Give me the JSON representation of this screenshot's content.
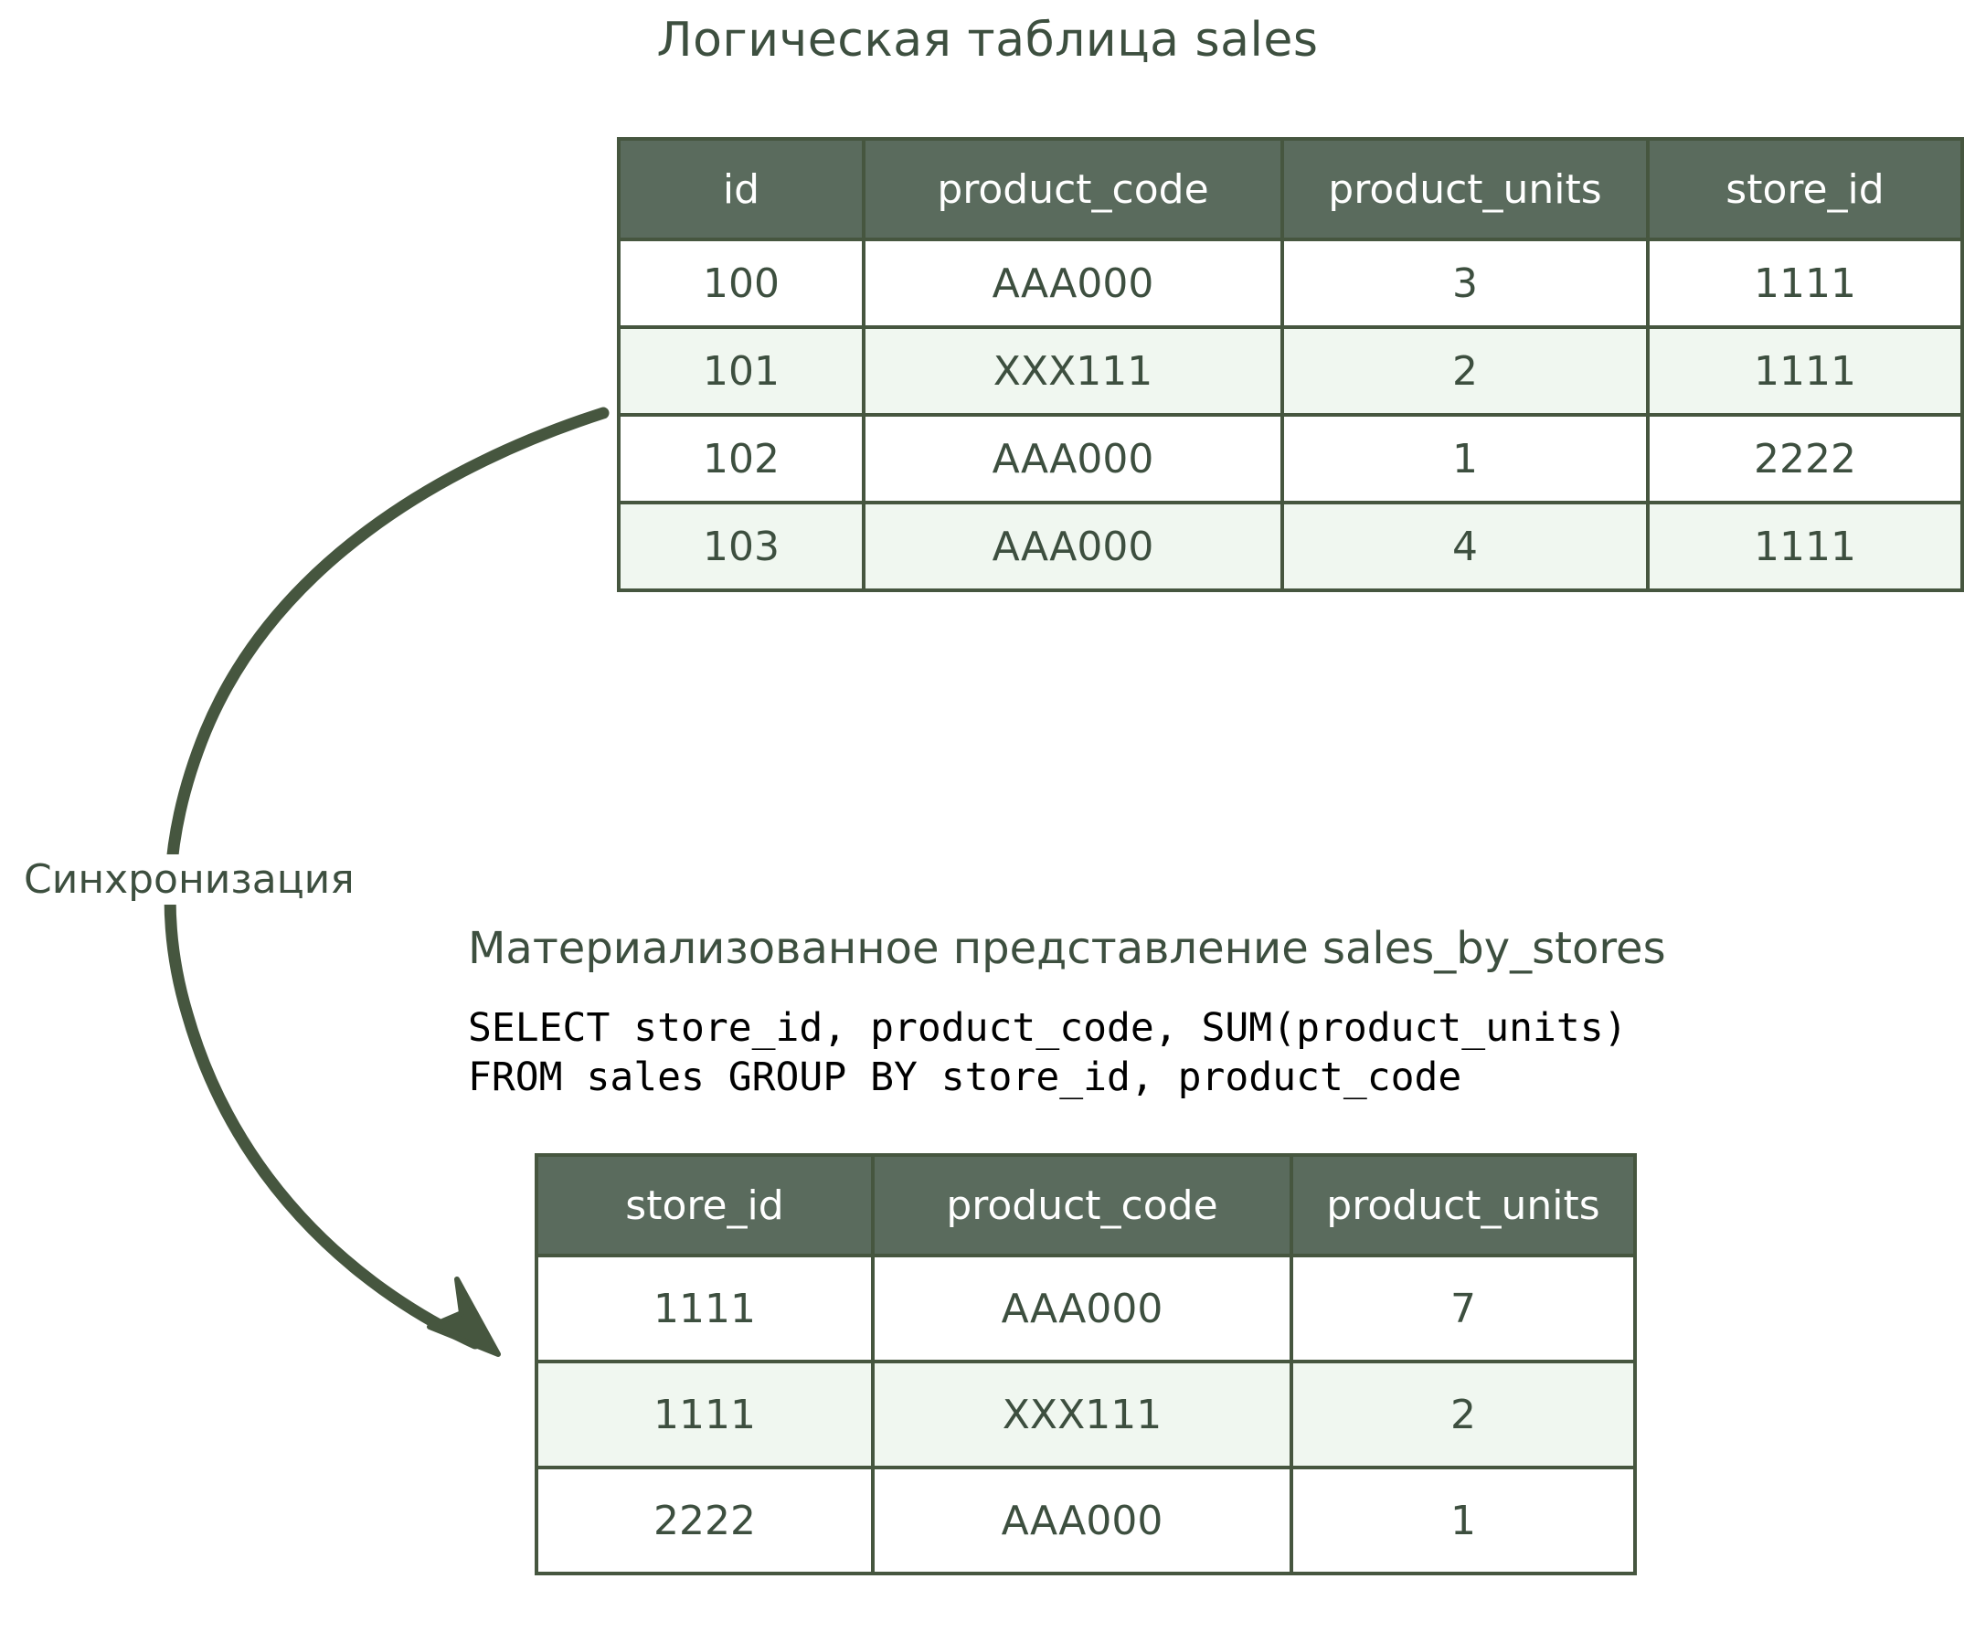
{
  "colors": {
    "header_bg": "#5a6b5d",
    "border": "#46563f",
    "text_green": "#3d4f3f",
    "alt_row_bg": "#f0f7f0",
    "arrow": "#46563f",
    "sql_text": "#000000",
    "page_bg": "#ffffff"
  },
  "top_section": {
    "title": "Логическая таблица sales",
    "table": {
      "columns": [
        "id",
        "product_code",
        "product_units",
        "store_id"
      ],
      "rows": [
        [
          "100",
          "AAA000",
          "3",
          "1111"
        ],
        [
          "101",
          "XXX111",
          "2",
          "1111"
        ],
        [
          "102",
          "AAA000",
          "1",
          "2222"
        ],
        [
          "103",
          "AAA000",
          "4",
          "1111"
        ]
      ]
    }
  },
  "connector": {
    "label": "Синхронизация",
    "arrow_icon": "curved-arrow-icon"
  },
  "bottom_section": {
    "title": "Материализованное представление sales_by_stores",
    "sql": "SELECT store_id, product_code, SUM(product_units)\nFROM sales GROUP BY store_id, product_code",
    "table": {
      "columns": [
        "store_id",
        "product_code",
        "product_units"
      ],
      "rows": [
        [
          "1111",
          "AAA000",
          "7"
        ],
        [
          "1111",
          "XXX111",
          "2"
        ],
        [
          "2222",
          "AAA000",
          "1"
        ]
      ]
    }
  }
}
